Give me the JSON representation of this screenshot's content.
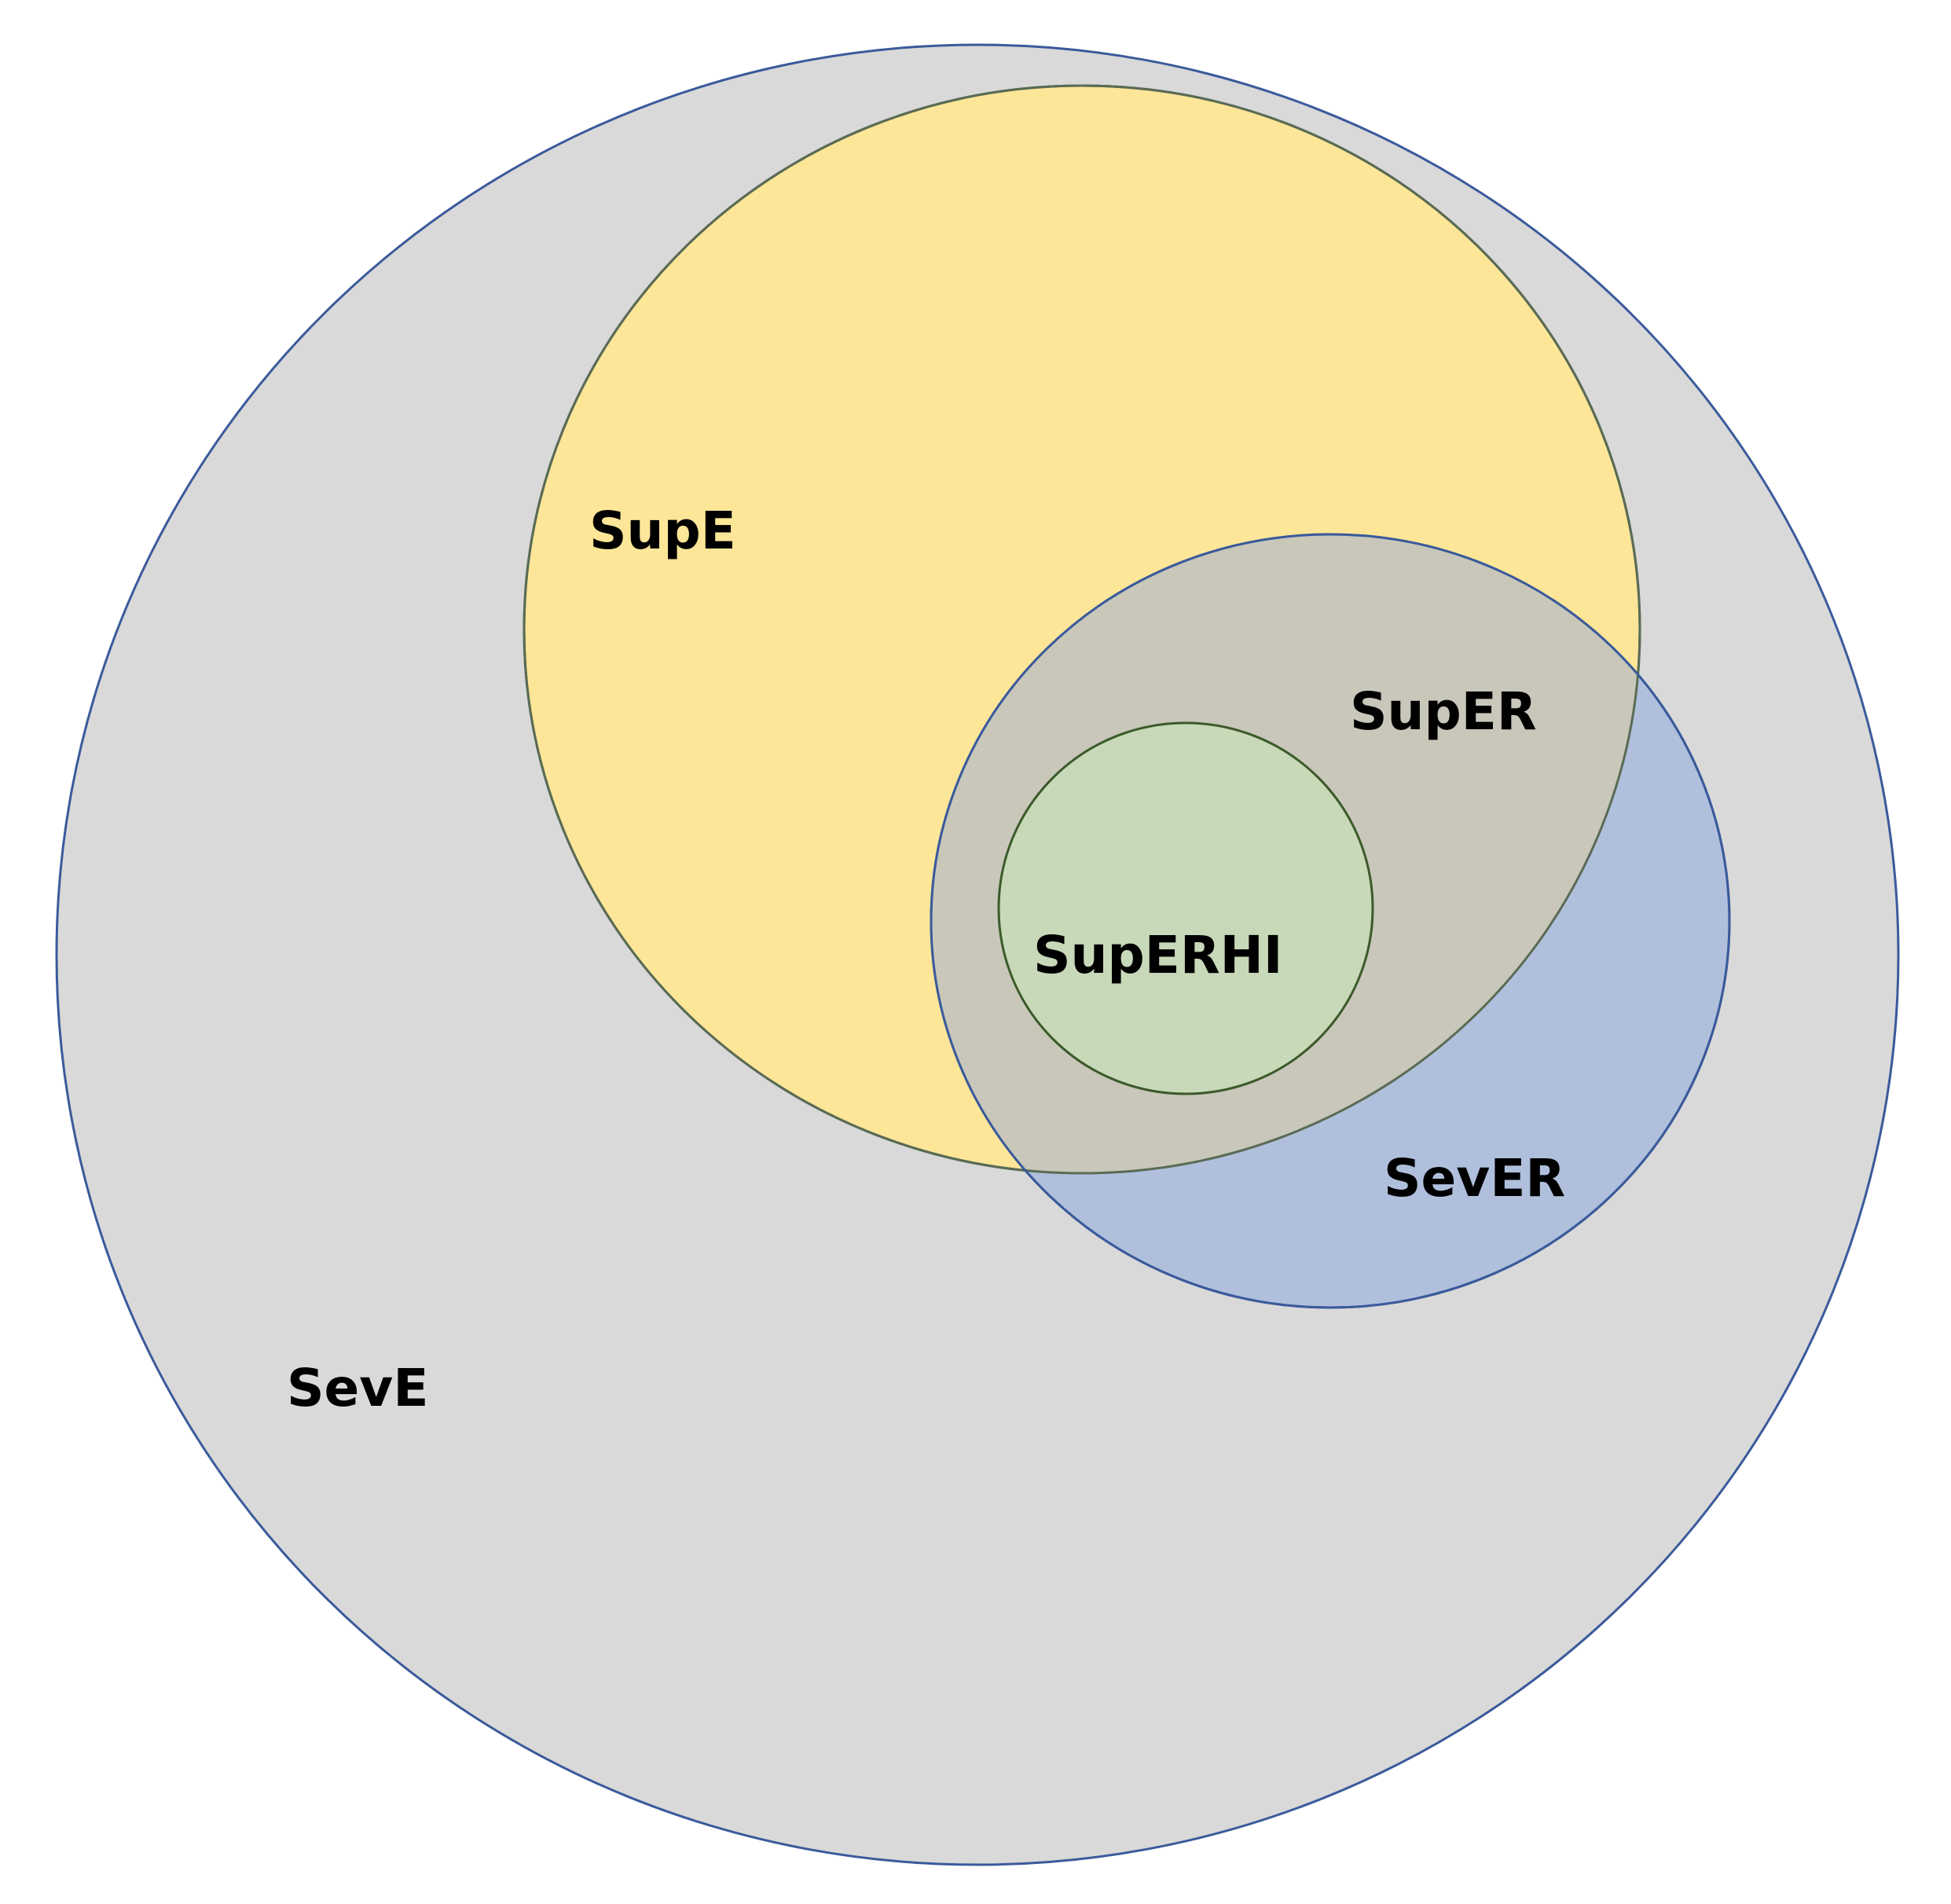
{
  "diagram": {
    "type": "nested-venn",
    "regions": [
      {
        "id": "seve",
        "label": "SevE",
        "fill": "#d9d9d9",
        "stroke": "#3a5a9b"
      },
      {
        "id": "supe",
        "label": "SupE",
        "fill": "#fee699",
        "stroke": "#3b5a2a"
      },
      {
        "id": "sever",
        "label": "SevER",
        "fill": "#a5b8da",
        "stroke": "#3a5a9b"
      },
      {
        "id": "super",
        "label": "SupER",
        "fill": "#c6c5b8"
      },
      {
        "id": "superhi",
        "label": "SupERHI",
        "fill": "#c7d9b8",
        "stroke": "#3b5a2a"
      }
    ]
  }
}
